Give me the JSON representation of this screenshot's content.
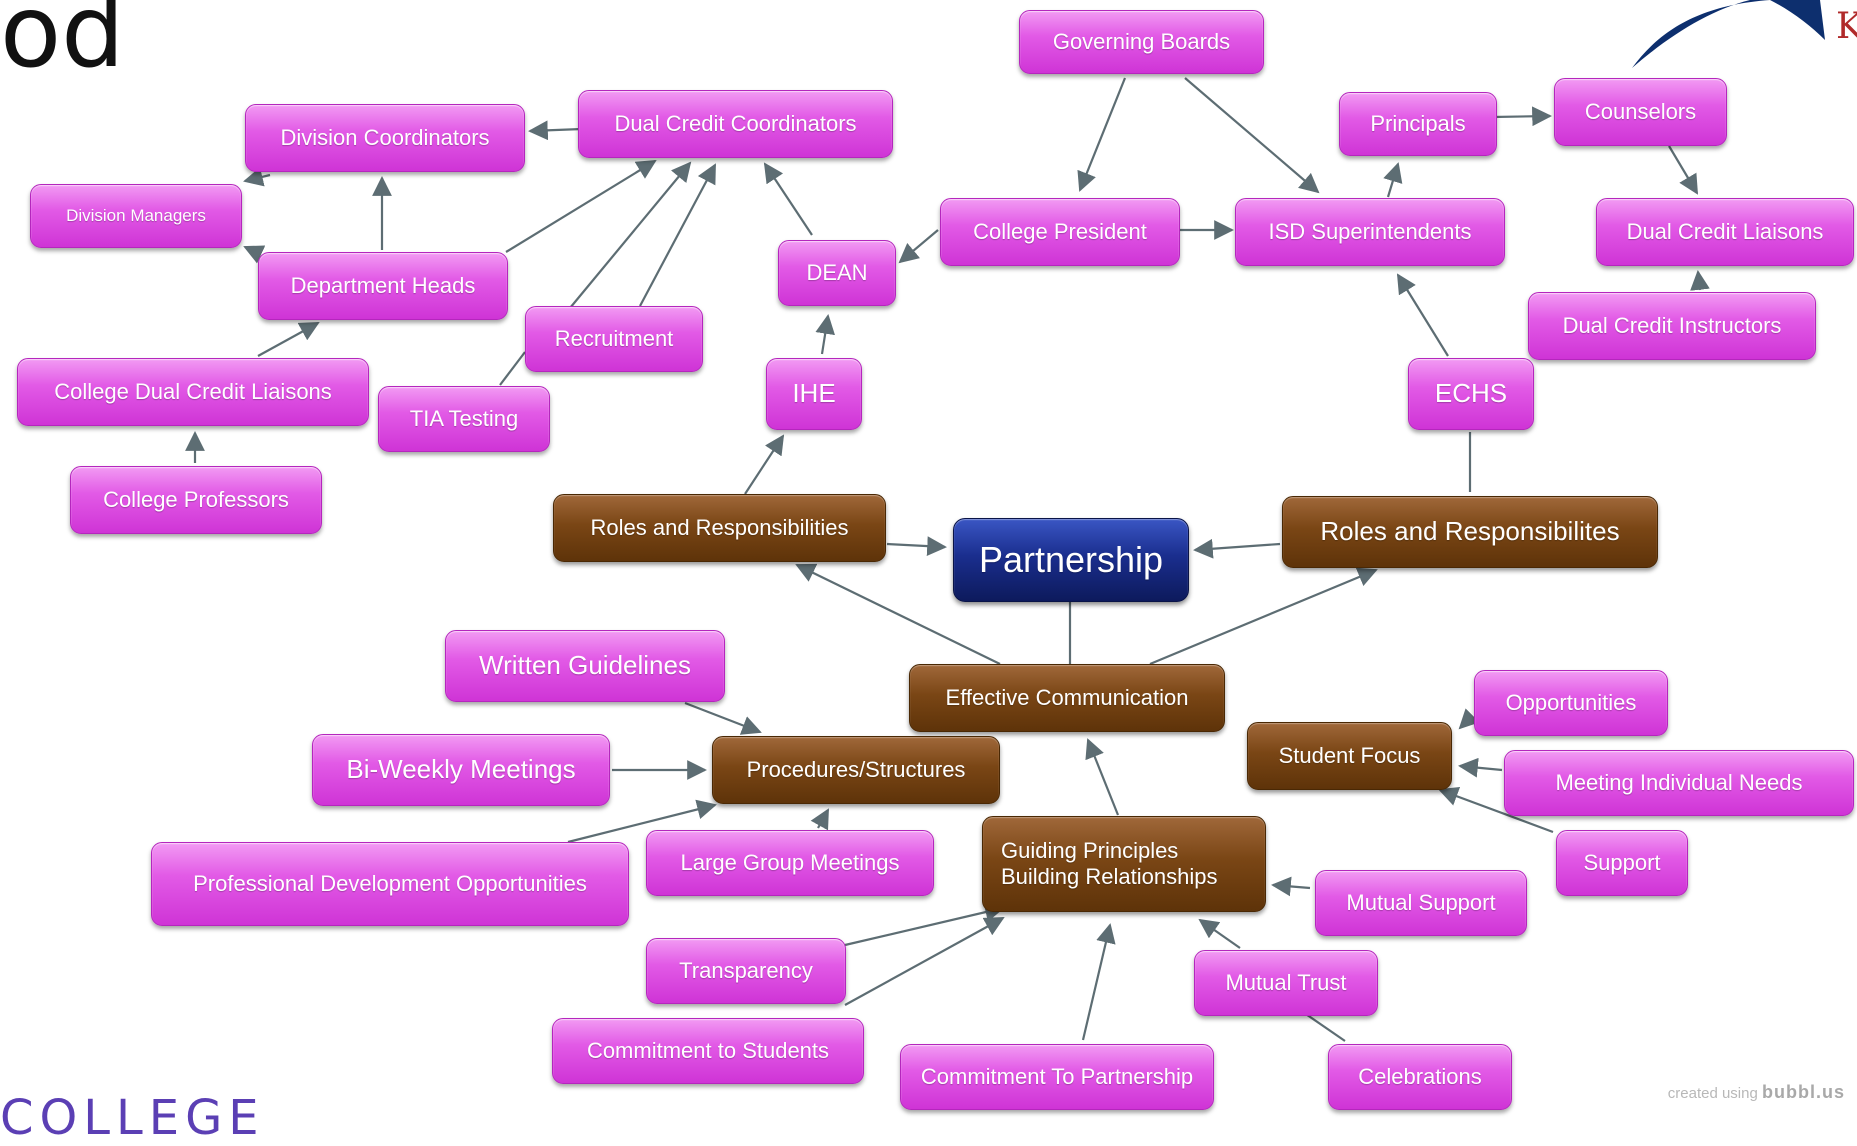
{
  "slide": {
    "title_fragment": "od",
    "footer_fragment": "COLLEGE",
    "logo_fragment": "K",
    "credit_prefix": "created using",
    "credit_brand": "bubbl.us"
  },
  "colors": {
    "leaf": "#e04fe6",
    "hub": "#6e3b0f",
    "center": "#12237a",
    "connector": "#5d6d73"
  },
  "nodes": {
    "governing_boards": "Governing Boards",
    "division_coordinators": "Division Coordinators",
    "dual_credit_coordinators": "Dual Credit Coordinators",
    "principals": "Principals",
    "counselors": "Counselors",
    "division_managers": "Division Managers",
    "college_president": "College President",
    "isd_superintendents": "ISD Superintendents",
    "dual_credit_liaisons": "Dual Credit Liaisons",
    "dean": "DEAN",
    "department_heads": "Department Heads",
    "dual_credit_instructors": "Dual Credit Instructors",
    "recruitment": "Recruitment",
    "college_dual_credit_liaisons": "College Dual Credit Liaisons",
    "tia_testing": "TIA Testing",
    "ihe": "IHE",
    "echs": "ECHS",
    "college_professors": "College Professors",
    "roles_left": "Roles and Responsibilities",
    "partnership": "Partnership",
    "roles_right": "Roles and Responsibilites",
    "written_guidelines": "Written Guidelines",
    "effective_communication": "Effective Communication",
    "opportunities": "Opportunities",
    "student_focus": "Student Focus",
    "bi_weekly_meetings": "Bi-Weekly Meetings",
    "procedures_structures": "Procedures/Structures",
    "meeting_individual_needs": "Meeting Individual Needs",
    "guiding_principles_line1": "Guiding Principles",
    "guiding_principles_line2": "Building Relationships",
    "professional_development": "Professional Development Opportunities",
    "large_group_meetings": "Large Group Meetings",
    "support": "Support",
    "mutual_support": "Mutual Support",
    "transparency": "Transparency",
    "mutual_trust": "Mutual Trust",
    "commitment_students": "Commitment to Students",
    "commitment_partnership": "Commitment To Partnership",
    "celebrations": "Celebrations"
  }
}
